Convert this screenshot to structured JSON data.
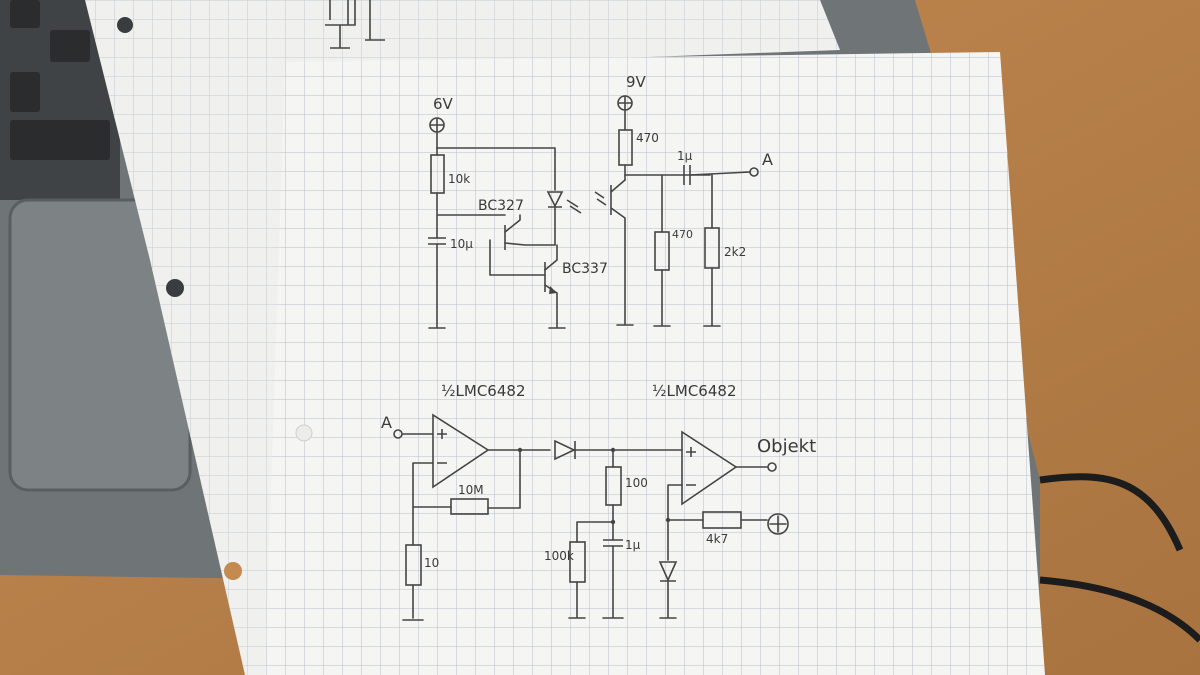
{
  "schematic_top": {
    "supply_left": "6V",
    "supply_right": "9V",
    "r_base": "10k",
    "c_timing": "10µ",
    "q1": "BC327",
    "q2": "BC337",
    "r_collector": "470",
    "r_emitter": "470",
    "c_coupling": "1µ",
    "r_output": "2k2",
    "output_node": "A"
  },
  "schematic_bottom": {
    "opamp1": "½LMC6482",
    "opamp2": "½LMC6482",
    "input_node": "A",
    "r_feedback": "10M",
    "r_ground": "10",
    "r_series": "100",
    "r_bleed": "100k",
    "c_hold": "1µ",
    "r_ref": "4k7",
    "output_label": "Objekt"
  },
  "colors": {
    "desk": "#b8804a",
    "paper": "#f4f4f2",
    "grid": "#b7c0c9",
    "ink": "#454545",
    "laptop": "#6d7275"
  }
}
